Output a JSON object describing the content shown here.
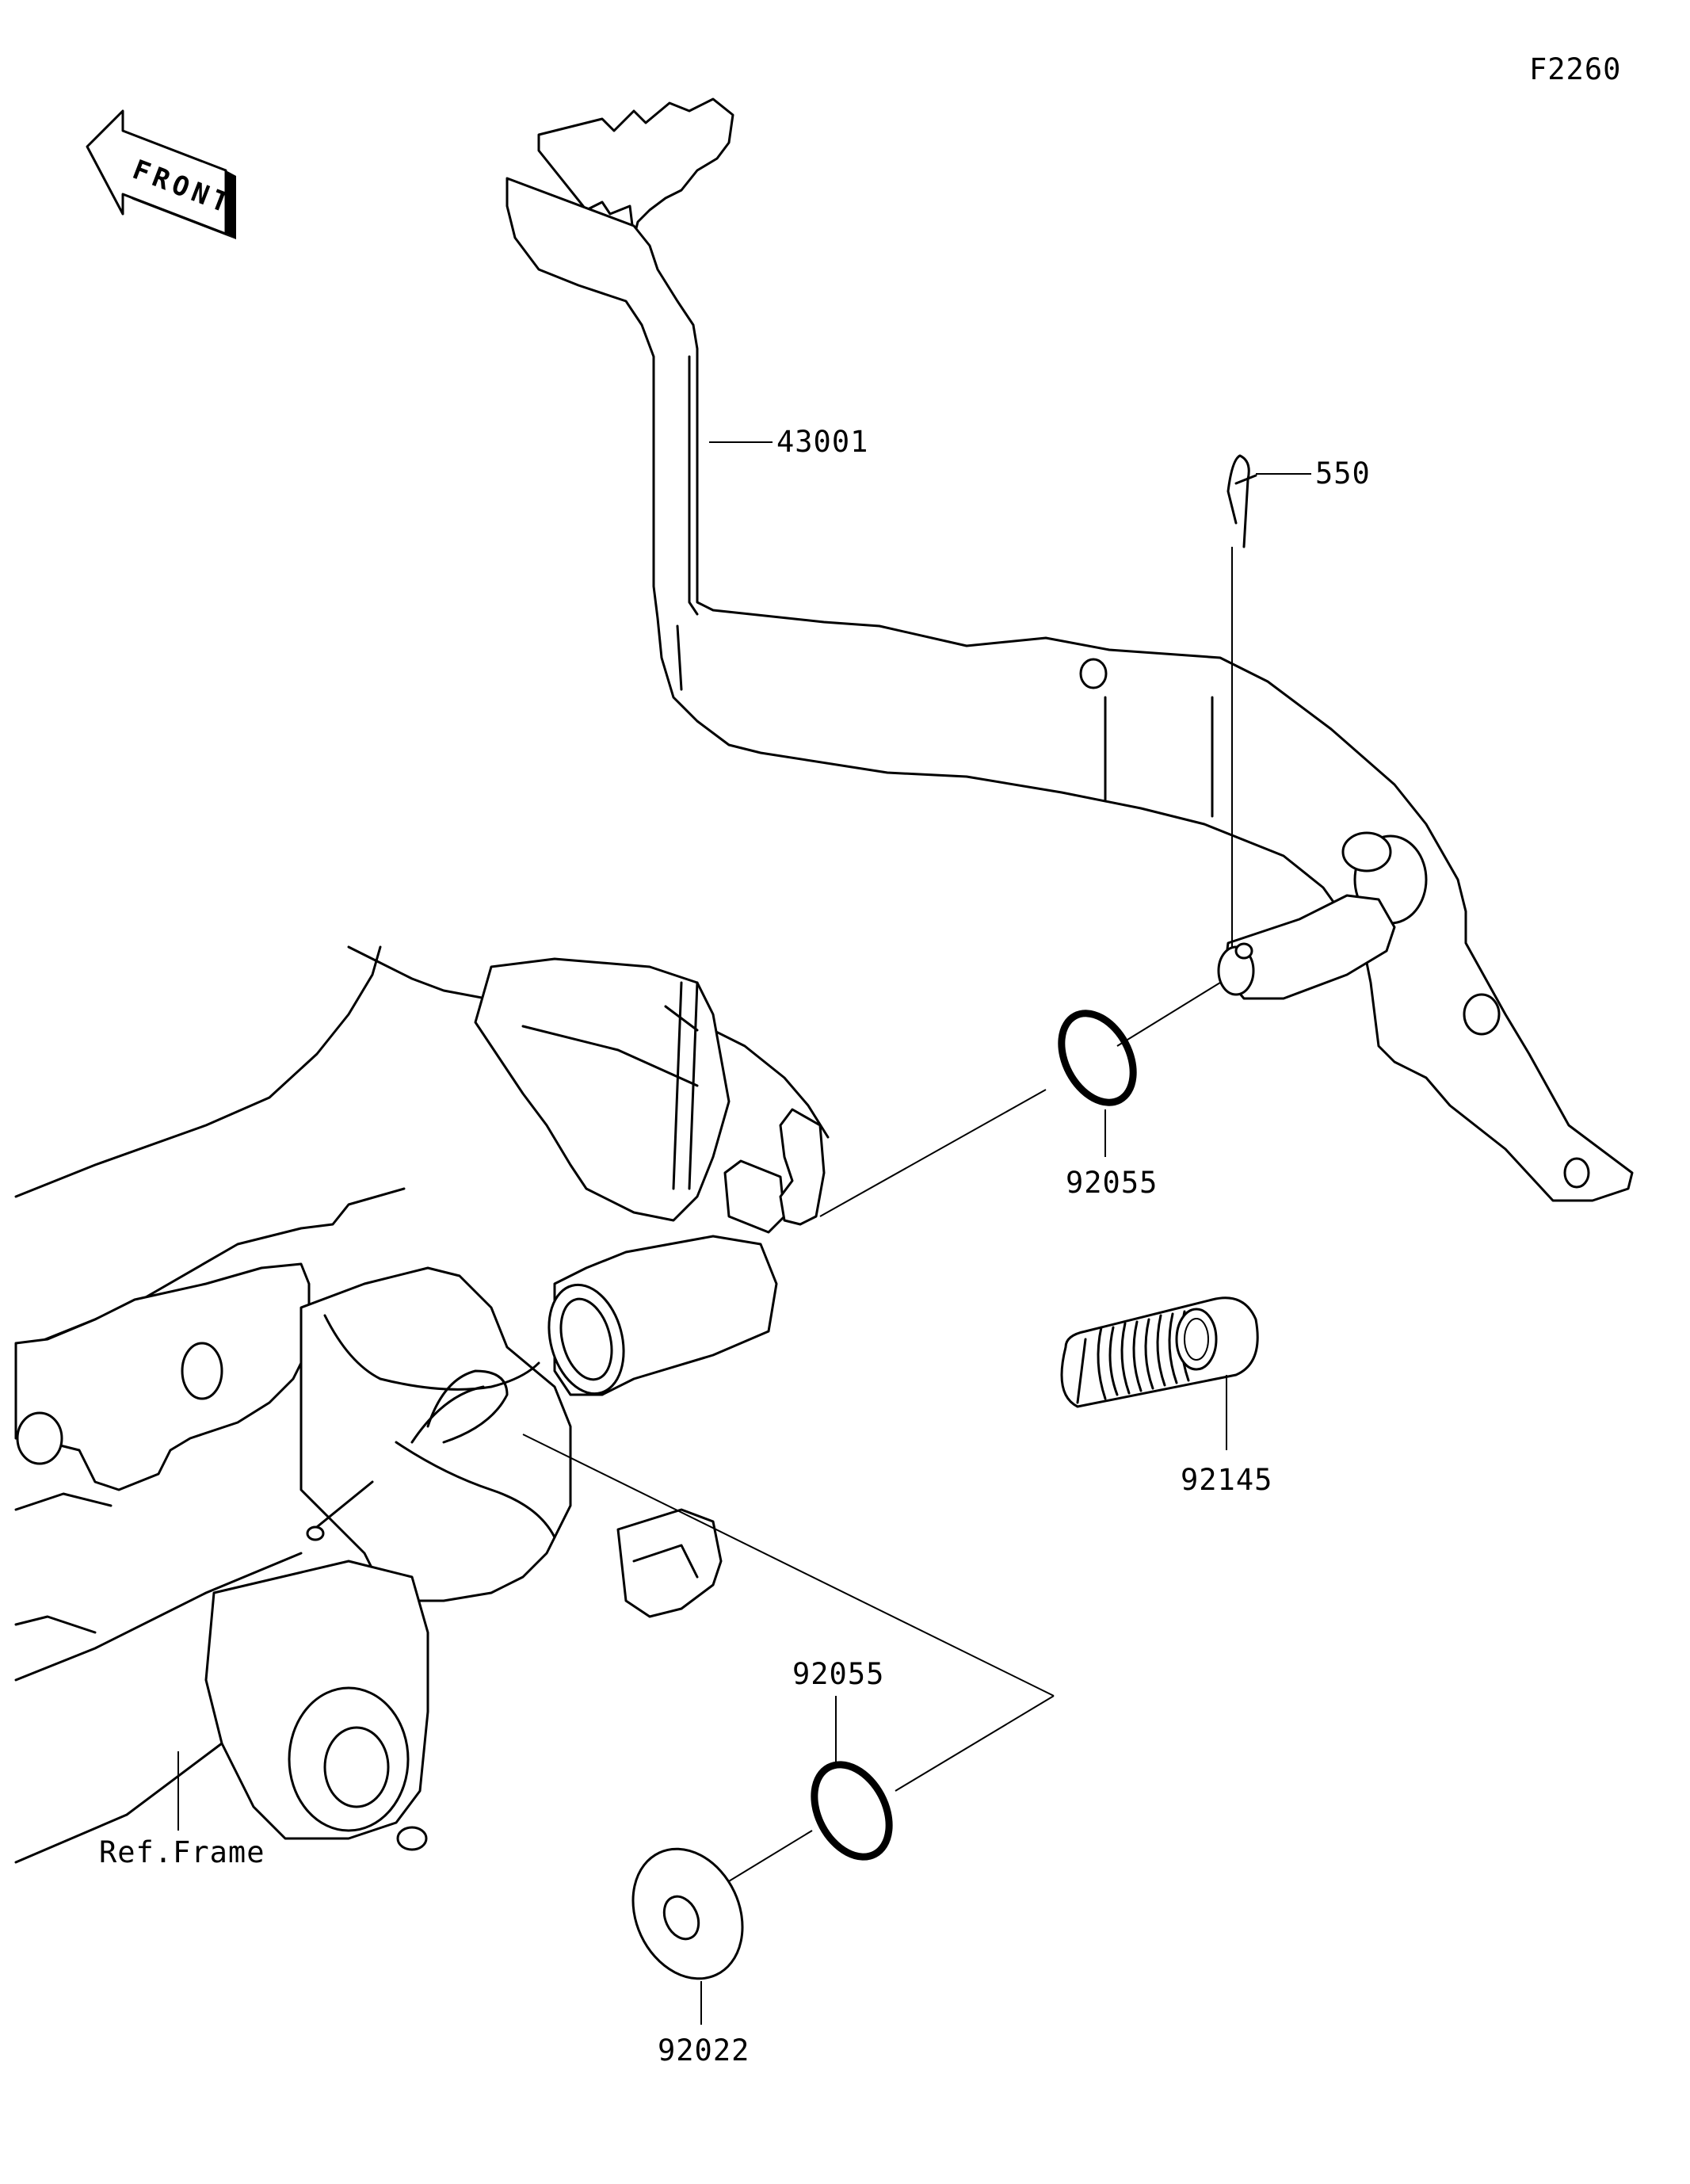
{
  "figure_code": "F2260",
  "front_badge": "FRONT",
  "labels": {
    "brake_pedal": "43001",
    "cotter_pin": "550",
    "o_ring_upper": "92055",
    "spring": "92145",
    "o_ring_lower": "92055",
    "washer": "92022",
    "frame_ref": "Ref.Frame"
  }
}
